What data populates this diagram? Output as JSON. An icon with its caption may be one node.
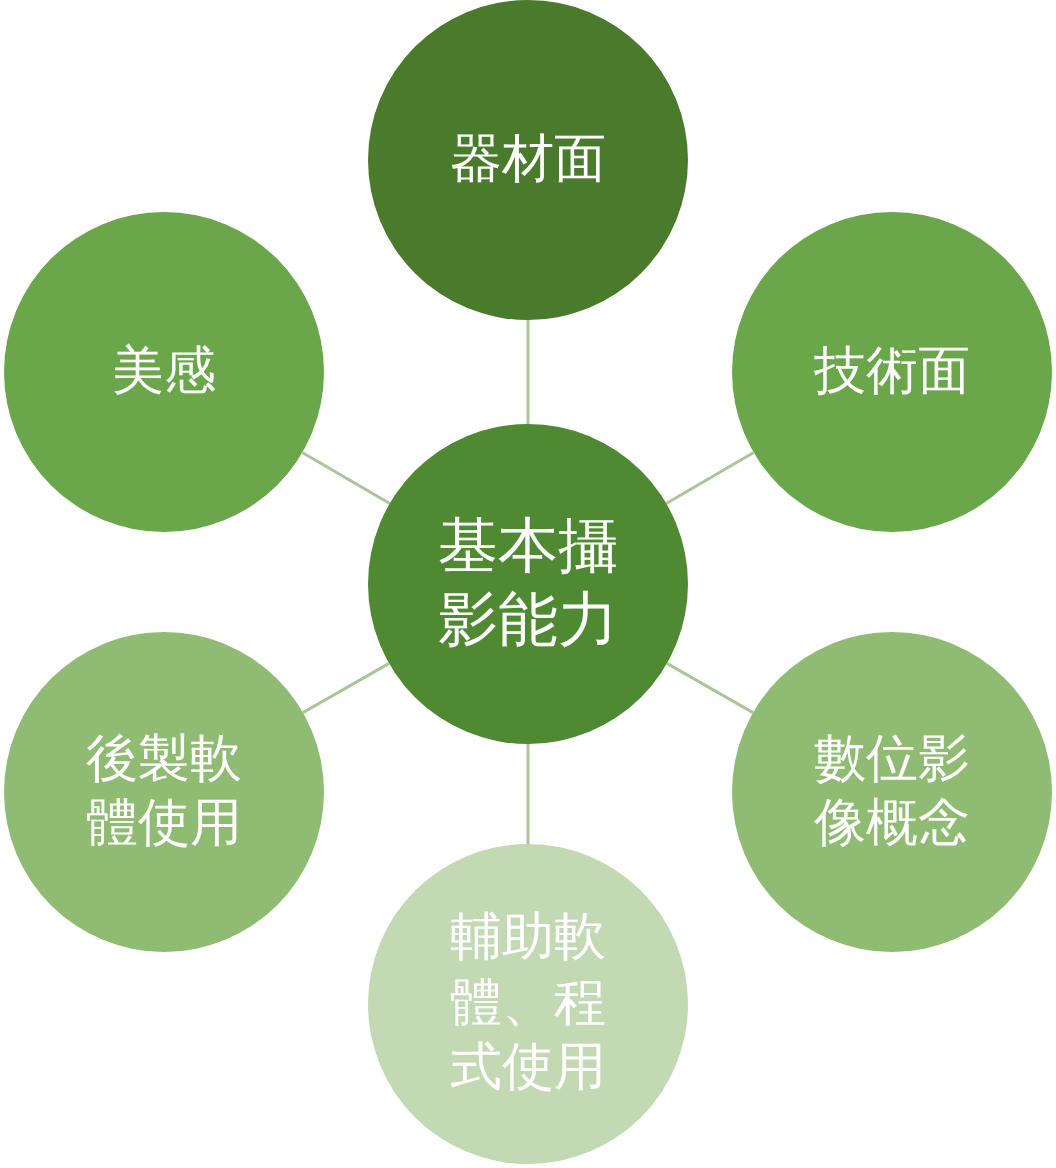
{
  "diagram": {
    "nodes": [
      {
        "text": [
          "基本攝影能力"
        ]
      },
      {
        "text": [
          "器材面"
        ]
      },
      {
        "text": [
          "技術面"
        ]
      },
      {
        "text": [
          "數位影像概念"
        ]
      },
      {
        "text": [
          "輔助軟體、程式使用"
        ]
      },
      {
        "text": [
          "後製軟體使用"
        ]
      },
      {
        "text": [
          "美感"
        ]
      }
    ],
    "edges": [
      {
        "from": 0,
        "to": 1,
        "arrow": "none"
      },
      {
        "from": 0,
        "to": 2,
        "arrow": "none"
      },
      {
        "from": 0,
        "to": 3,
        "arrow": "none"
      },
      {
        "from": 0,
        "to": 4,
        "arrow": "none"
      },
      {
        "from": 0,
        "to": 5,
        "arrow": "none"
      },
      {
        "from": 0,
        "to": 6,
        "arrow": "none"
      }
    ]
  }
}
